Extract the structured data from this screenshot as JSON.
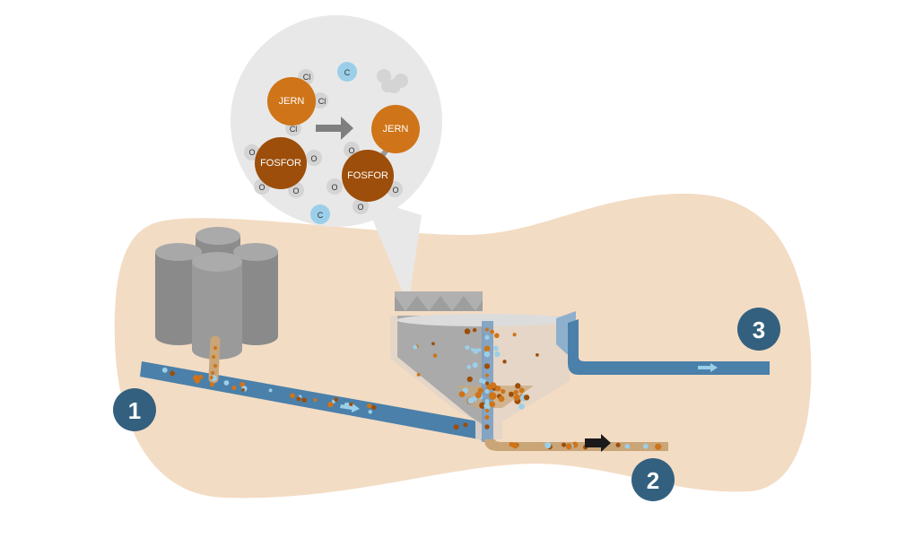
{
  "colors": {
    "background": "#ffffff",
    "land": "#f3dcc4",
    "bubble": "#e9e8e8",
    "water": "#4a80aa",
    "water_light": "#8fb0cc",
    "sludge": "#c9a578",
    "iron": "#cf7418",
    "phosphor": "#9c4e0a",
    "carbon": "#9bcfe9",
    "small_atom": "#d4d4d4",
    "tank": "#8c8c8c",
    "tank_top": "#aaaaaa",
    "badge": "#33607f",
    "arrow_dark": "#1a1a1a",
    "arrow_gray": "#7f7f7f"
  },
  "bubble": {
    "before": {
      "iron_label": "JERN",
      "phosphor_label": "FOSFOR",
      "chlorine_labels": [
        "Cl",
        "Cl",
        "Cl"
      ],
      "oxygen_labels": [
        "O",
        "O",
        "O",
        "O"
      ]
    },
    "after": {
      "iron_label": "JERN",
      "phosphor_label": "FOSFOR",
      "oxygen_labels": [
        "O",
        "O",
        "O",
        "O"
      ]
    },
    "carbon_labels": [
      "C",
      "C"
    ],
    "reaction_arrow": "right-arrow-icon"
  },
  "badges": [
    {
      "number": "1",
      "meaning": "inlet"
    },
    {
      "number": "2",
      "meaning": "sludge outlet"
    },
    {
      "number": "3",
      "meaning": "clean water outlet"
    }
  ]
}
